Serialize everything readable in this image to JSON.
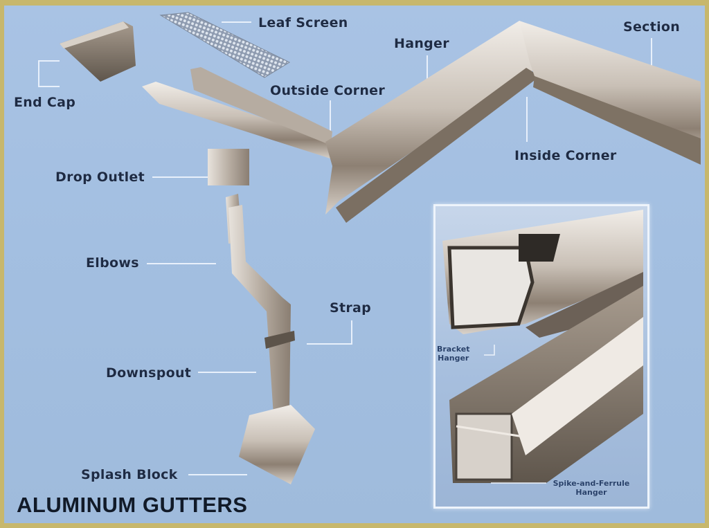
{
  "title": "ALUMINUM GUTTERS",
  "labels": {
    "leaf_screen": "Leaf Screen",
    "end_cap": "End Cap",
    "hanger": "Hanger",
    "section": "Section",
    "outside_corner": "Outside Corner",
    "inside_corner": "Inside Corner",
    "drop_outlet": "Drop Outlet",
    "elbows": "Elbows",
    "strap": "Strap",
    "downspout": "Downspout",
    "splash_block": "Splash Block"
  },
  "inset": {
    "bracket_hanger_line1": "Bracket",
    "bracket_hanger_line2": "Hanger",
    "spike_ferrule_line1": "Spike-and-Ferrule",
    "spike_ferrule_line2": "Hanger"
  },
  "colors": {
    "background": "#a5c0e2",
    "border": "#c7b76c",
    "label_text": "#1e2b44",
    "leader_line": "#e4eefa",
    "metal_light": "#e6e1dc",
    "metal_dark": "#6e6458"
  }
}
